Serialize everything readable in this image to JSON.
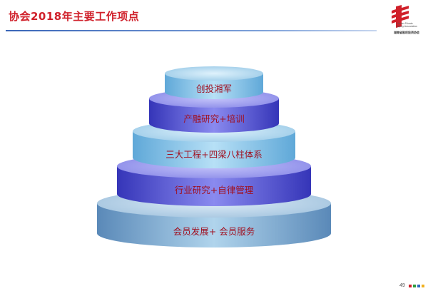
{
  "slide": {
    "title": "协会2018年主要工作项点",
    "page_number": "49"
  },
  "logo": {
    "line1": "Hunan Private",
    "line2": "Equity Association",
    "line3": "",
    "chinese": "湖南省股权投资协会",
    "color": "#d0202a"
  },
  "pyramid": {
    "tiers": [
      {
        "label": "创投湘军"
      },
      {
        "label": "产融研究+培训"
      },
      {
        "label": "三大工程+四梁八柱体系"
      },
      {
        "label": "行业研究+自律管理"
      },
      {
        "label": "会员发展+ 会员服务"
      }
    ],
    "colors": {
      "light": "#a9d6f0",
      "purple": "#6f6fe0",
      "steel": "#9cc6e2",
      "label": "#a01020"
    }
  },
  "footer": {
    "dot_colors": [
      "#d0202a",
      "#2e9b3e",
      "#2f6cc0",
      "#f0b020"
    ]
  }
}
